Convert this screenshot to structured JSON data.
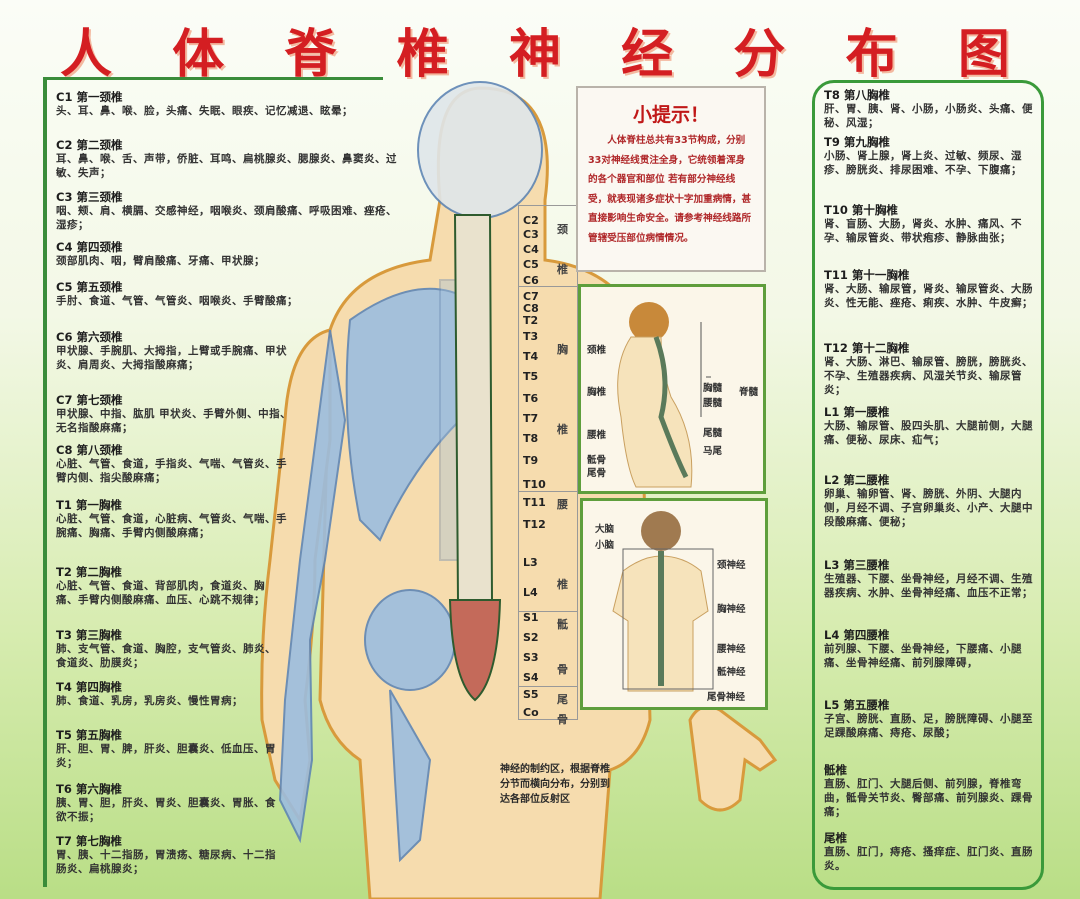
{
  "title": [
    "人",
    "体",
    "脊",
    "椎",
    "神",
    "经",
    "分",
    "布",
    "图"
  ],
  "left_entries": [
    {
      "code": "C1",
      "name": "第一颈椎",
      "text": "头、耳、鼻、喉、脸，头痛、失眠、眼疾、记忆减退、眩晕；"
    },
    {
      "code": "C2",
      "name": "第二颈椎",
      "text": "耳、鼻、喉、舌、声带，侨脏、耳鸣、扁桃腺炎、腮腺炎、鼻窦炎、过敏、失声；"
    },
    {
      "code": "C3",
      "name": "第三颈椎",
      "text": "咽、颊、肩、横膈、交感神经，咽喉炎、颈肩酸痛、呼吸困难、痤疮、湿疹；"
    },
    {
      "code": "C4",
      "name": "第四颈椎",
      "text": "颈部肌肉、咽，臂肩酸痛、牙痛、甲状腺；"
    },
    {
      "code": "C5",
      "name": "第五颈椎",
      "text": "手肘、食道、气管、气管炎、咽喉炎、手臂酸痛；"
    },
    {
      "code": "C6",
      "name": "第六颈椎",
      "text": "甲状腺、手腕肌、大拇指，上臂或手腕痛、甲状炎、肩周炎、大拇指酸麻痛；"
    },
    {
      "code": "C7",
      "name": "第七颈椎",
      "text": "甲状腺、中指、肱肌 甲状炎、手臂外侧、中指、无名指酸麻痛；"
    },
    {
      "code": "C8",
      "name": "第八颈椎",
      "text": "心脏、气管、食道，手指炎、气喘、气管炎、手臂内侧、指尖酸麻痛；"
    },
    {
      "code": "T1",
      "name": "第一胸椎",
      "text": "心脏、气管、食道，心脏病、气管炎、气喘、手腕痛、胸痛、手臂内侧酸麻痛；"
    },
    {
      "code": "T2",
      "name": "第二胸椎",
      "text": "心脏、气管、食道、背部肌肉，食道炎、胸痛、手臂内侧酸麻痛、血压、心跳不规律；"
    },
    {
      "code": "T3",
      "name": "第三胸椎",
      "text": "肺、支气管、食道、胸腔，支气管炎、肺炎、食道炎、肋膜炎；"
    },
    {
      "code": "T4",
      "name": "第四胸椎",
      "text": "肺、食道、乳房，乳房炎、慢性胃病；"
    },
    {
      "code": "T5",
      "name": "第五胸椎",
      "text": "肝、胆、胃、脾，肝炎、胆囊炎、低血压、胃炎；"
    },
    {
      "code": "T6",
      "name": "第六胸椎",
      "text": "胰、胃、胆，肝炎、胃炎、胆囊炎、胃胀、食欲不振；"
    },
    {
      "code": "T7",
      "name": "第七胸椎",
      "text": "胃、胰、十二指肠，胃溃疡、糖尿病、十二指肠炎、扁桃腺炎；"
    }
  ],
  "right_entries": [
    {
      "code": "T8",
      "name": "第八胸椎",
      "text": "肝、胃、胰、肾、小肠，小肠炎、头痛、便秘、风湿；"
    },
    {
      "code": "T9",
      "name": "第九胸椎",
      "text": "小肠、肾上腺，肾上炎、过敏、频尿、湿疹、膀胱炎、排尿困难、不孕、下腹痛；"
    },
    {
      "code": "T10",
      "name": "第十胸椎",
      "text": "肾、盲肠、大肠，肾炎、水肿、痛风、不孕、输尿管炎、带状疱疹、静脉曲张；"
    },
    {
      "code": "T11",
      "name": "第十一胸椎",
      "text": "肾、大肠、输尿管，肾炎、输尿管炎、大肠炎、性无能、痤疮、痢疾、水肿、牛皮癣；"
    },
    {
      "code": "T12",
      "name": "第十二胸椎",
      "text": "肾、大肠、淋巴、输尿管、膀胱，膀胱炎、不孕、生殖器疾病、风湿关节炎、输尿管炎；"
    },
    {
      "code": "L1",
      "name": "第一腰椎",
      "text": "大肠、输尿管、股四头肌、大腿前侧，大腿痛、便秘、尿床、疝气；"
    },
    {
      "code": "L2",
      "name": "第二腰椎",
      "text": "卵巢、输卵管、肾、膀胱、外阴、大腿内侧，月经不调、子宫卵巢炎、小产、大腿中段酸麻痛、便秘；"
    },
    {
      "code": "L3",
      "name": "第三腰椎",
      "text": "生殖器、下腰、坐骨神经，月经不调、生殖器疾病、水肿、坐骨神经痛、血压不正常；"
    },
    {
      "code": "L4",
      "name": "第四腰椎",
      "text": "前列腺、下腰、坐骨神经，下腰痛、小腿痛、坐骨神经痛、前列腺障碍，"
    },
    {
      "code": "L5",
      "name": "第五腰椎",
      "text": "子宫、膀胱、直肠、足，膀胱障碍、小腿至足踝酸麻痛、痔疮、尿酸；"
    },
    {
      "code": "",
      "name": "骶椎",
      "text": "直肠、肛门、大腿后侧、前列腺，脊椎弯曲，骶骨关节炎、臀部痛、前列腺炎、踝骨痛；"
    },
    {
      "code": "",
      "name": "尾椎",
      "text": "直肠、肛门，痔疮、搔痒症、肛门炎、直肠炎。"
    }
  ],
  "tip": {
    "heading": "小提示！",
    "text": "人体脊柱总共有33节构成，分别33对神经线贯注全身，它统领着浑身的各个器官和部位 若有部分神经线受，就表现诸多症状十字加重病情，甚直接影响生命安全。请参考神经线路所管辖受压部位病情情况。"
  },
  "spine_labels": [
    "C2",
    "C3",
    "C4",
    "C5",
    "C6",
    "C7",
    "C8",
    "T2",
    "T3",
    "T4",
    "T5",
    "T6",
    "T7",
    "T8",
    "T9",
    "T10",
    "T11",
    "T12",
    "L3",
    "L4",
    "S1",
    "S2",
    "S3",
    "S4",
    "S5",
    "Co"
  ],
  "spine_regions": [
    "颈",
    "椎",
    "胸",
    "椎",
    "腰",
    "椎",
    "骶",
    "骨",
    "尾",
    "骨"
  ],
  "side_view": {
    "left": [
      "颈椎",
      "胸椎",
      "腰椎",
      "骶骨",
      "尾骨"
    ],
    "right": [
      "胸髓",
      "腰髓",
      "尾髓",
      "马尾"
    ],
    "bracket": "脊髓"
  },
  "back_view": {
    "brain": [
      "大脑",
      "小脑"
    ],
    "nerves": [
      "颈神经",
      "胸神经",
      "腰神经",
      "骶神经",
      "尾骨神经"
    ]
  },
  "caption": "神经的制约区，根据脊椎分节而横向分布，分别到达各部位反射区",
  "colors": {
    "title": "#d41e22",
    "border": "#3a9a3a",
    "skin": "#f6dcae",
    "bone": "#8fb4d6"
  }
}
